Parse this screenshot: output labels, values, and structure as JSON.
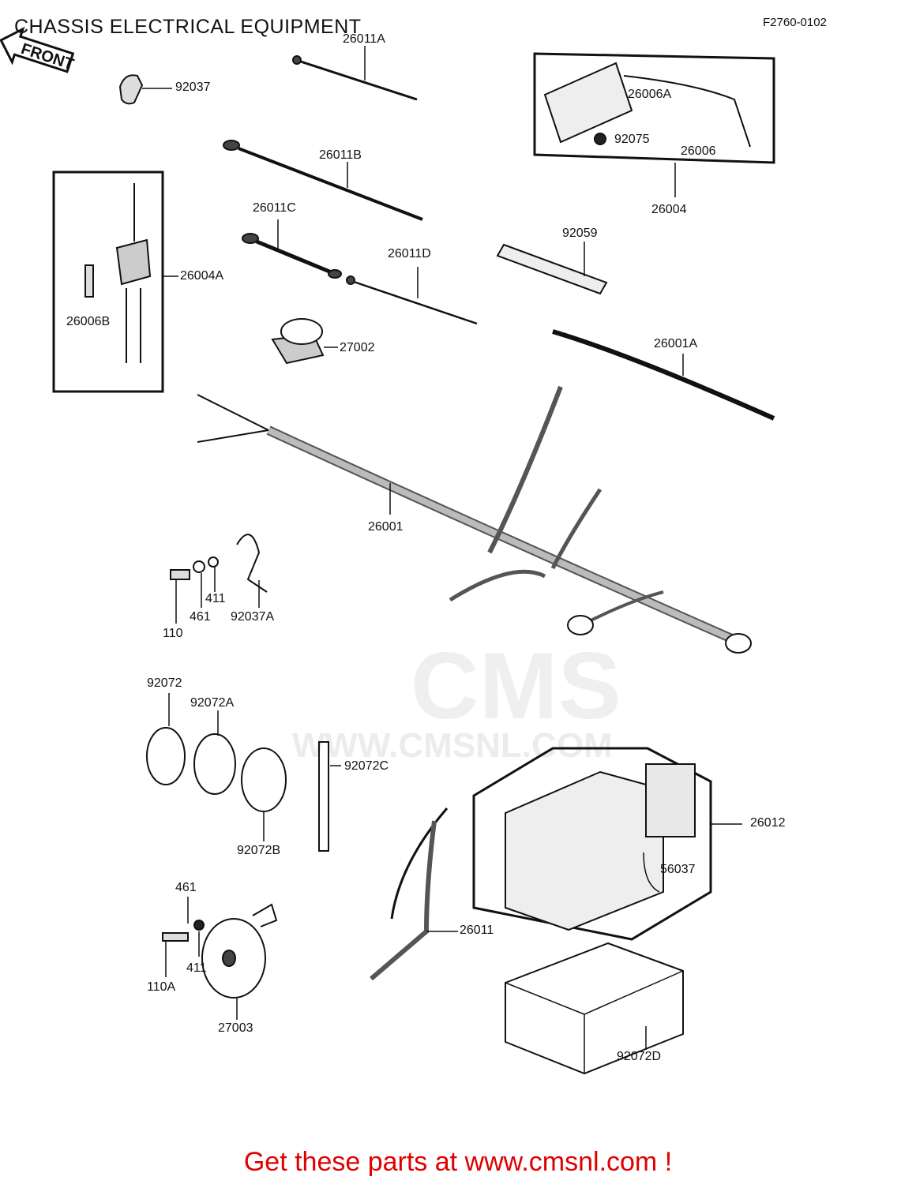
{
  "title": "CHASSIS ELECTRICAL EQUIPMENT",
  "diagram_code": "F2760-0102",
  "front_label": "FRONT",
  "watermark": {
    "logo": "CMS",
    "url": "WWW.CMSNL.COM"
  },
  "parts": [
    "92037",
    "26011A",
    "26011B",
    "26011C",
    "26011D",
    "26004A",
    "26006B",
    "27002",
    "26006A",
    "92075",
    "26006",
    "26004",
    "92059",
    "26001A",
    "26001",
    "411",
    "461",
    "110",
    "92037A",
    "92072",
    "92072A",
    "92072C",
    "92072B",
    "26012",
    "56037",
    "461",
    "411",
    "110A",
    "27003",
    "26011",
    "92072D"
  ],
  "cta": "Get these parts at www.cmsnl.com !"
}
